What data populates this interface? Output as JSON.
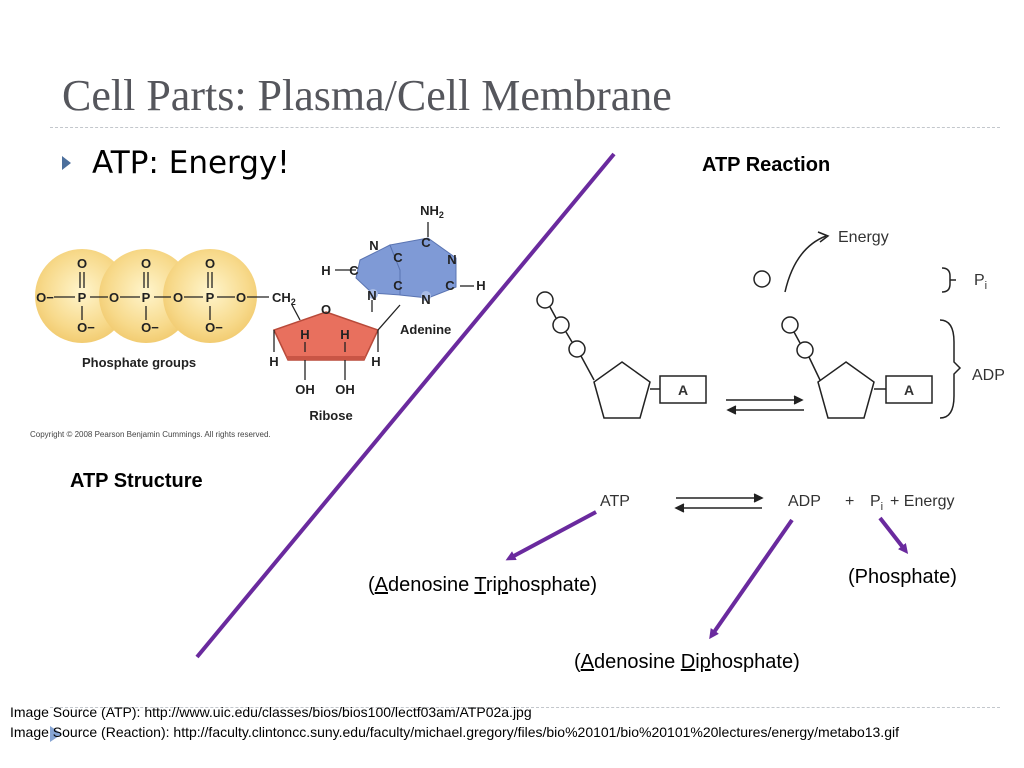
{
  "slide": {
    "title": "Cell Parts: Plasma/Cell Membrane",
    "bullet": "ATP: Energy!"
  },
  "structure": {
    "label": "ATP Structure",
    "phosphate_groups_label": "Phosphate groups",
    "ribose_label": "Ribose",
    "adenine_label": "Adenine",
    "copyright": "Copyright © 2008 Pearson Benjamin Cummings. All rights reserved.",
    "atoms": {
      "o": "O",
      "o_minus": "O−",
      "p": "P",
      "ch2": "CH",
      "ch2_sub": "2",
      "nh2": "NH",
      "nh2_sub": "2",
      "n": "N",
      "c": "C",
      "h": "H",
      "oh": "OH"
    }
  },
  "reaction": {
    "label": "ATP Reaction",
    "energy_label": "Energy",
    "pi_label": "P",
    "pi_sub": "i",
    "adp_label": "ADP",
    "adenine_box": "A",
    "equation": {
      "atp": "ATP",
      "adp": "ADP",
      "plus": "+",
      "pi": "P",
      "pi_sub": "i",
      "energy": "+ Energy"
    }
  },
  "expansions": {
    "atp": {
      "open": "(",
      "u1": "A",
      "t1": "denosine ",
      "u2": "T",
      "t2": "ri",
      "u3": "p",
      "t3": "hosphate)"
    },
    "adp": {
      "open": "(",
      "u1": "A",
      "t1": "denosine ",
      "u2": "D",
      "t2": "i",
      "u3": "p",
      "t3": "hosphate)"
    },
    "phosphate": "(Phosphate)"
  },
  "sources": {
    "atp": "Image Source (ATP): http://www.uic.edu/classes/bios/bios100/lectf03am/ATP02a.jpg",
    "reaction": "Image Source (Reaction): http://faculty.clintoncc.suny.edu/faculty/michael.gregory/files/bio%20101/bio%20101%20lectures/energy/metabo13.gif"
  },
  "colors": {
    "title": "#55565c",
    "purple_accent": "#6a2a9e",
    "phosphate_fill": "#f7d98a",
    "ribose_fill": "#e8705e",
    "adenine_fill": "#7f9ad6"
  }
}
